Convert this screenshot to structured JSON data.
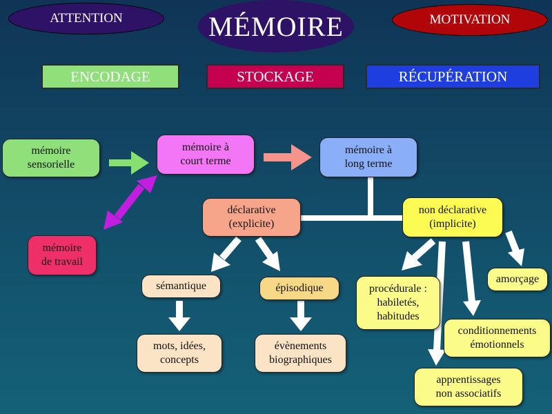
{
  "header": {
    "left_oval": "ATTENTION",
    "title": "MÉMOIRE",
    "right_oval": "MOTIVATION"
  },
  "stages": {
    "encodage": "ENCODAGE",
    "stockage": "STOCKAGE",
    "recuperation": "RÉCUPÉRATION"
  },
  "nodes": {
    "sensorielle": "mémoire\nsensorielle",
    "court_terme": "mémoire à\ncourt terme",
    "long_terme": "mémoire à\nlong terme",
    "travail": "mémoire\nde travail",
    "declarative": "déclarative\n(explicite)",
    "non_declarative": "non déclarative\n(implicite)",
    "semantique": "sémantique",
    "episodique": "épisodique",
    "mots": "mots, idées,\nconcepts",
    "evenements": "évènements\nbiographiques",
    "procedurale": "procédurale :\nhabiletés,\nhabitudes",
    "amorcage": "amorçage",
    "conditionnements": "conditionnements\némotionnels",
    "apprentissages": "apprentissages\nnon associatifs"
  },
  "colors": {
    "attention_oval": "#2e1266",
    "title_oval": "#2e1266",
    "motivation_oval": "#b0060a",
    "encodage": "#8fe07a",
    "stockage": "#c4004f",
    "recuperation": "#1e3ee0",
    "sensorielle": "#8fe07a",
    "court_terme": "#f276f5",
    "long_terme": "#8aaef8",
    "travail": "#ee2f68",
    "declarative": "#f7a58a",
    "non_declarative": "#fbfb53",
    "semantique": "#fbe3c6",
    "episodique": "#f7d886",
    "mots": "#fbe3c6",
    "evenements": "#fbe3c6",
    "yellow_leaf": "#fbfb8a",
    "arrow_green": "#88e06e",
    "arrow_salmon": "#f4948a",
    "arrow_purple": "#c21ee0",
    "arrow_white": "#ffffff"
  }
}
